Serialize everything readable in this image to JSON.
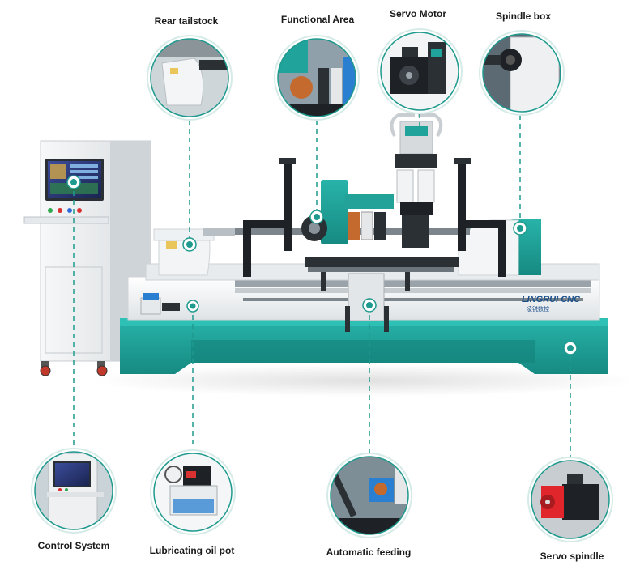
{
  "labels": {
    "rear_tailstock": "Rear tailstock",
    "functional_area": "Functional Area",
    "servo_motor": "Servo Motor",
    "spindle_box": "Spindle box",
    "control_system": "Control System",
    "lubricating_oil_pot": "Lubricating oil pot",
    "automatic_feeding": "Automatic feeding",
    "servo_spindle": "Servo spindle"
  },
  "brand": {
    "name": "LINGRUI CNC",
    "subtitle": "凌锐数控"
  },
  "colors": {
    "machine_teal": "#1fa39a",
    "machine_teal_dark": "#15857d",
    "machine_white": "#f1f3f4",
    "leader_line": "#1f9a8e",
    "label_text": "#1a1a1a",
    "spindle_red": "#e0262b"
  }
}
